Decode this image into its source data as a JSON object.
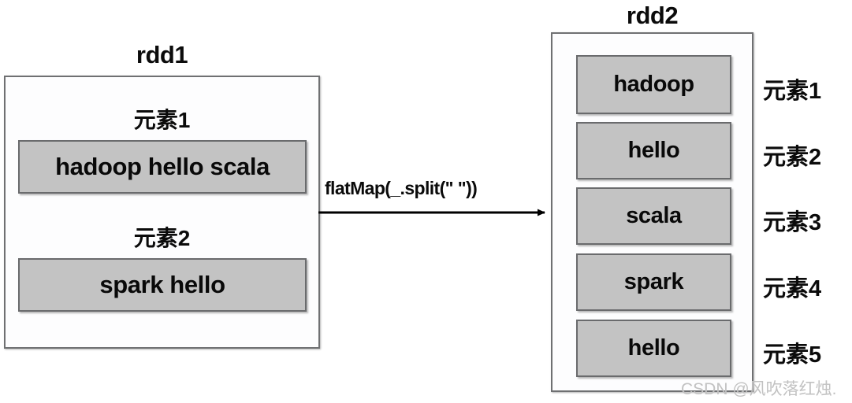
{
  "diagram": {
    "title_rdd1": "rdd1",
    "title_rdd2": "rdd2",
    "transform_label": "flatMap(_.split(\" \"))",
    "watermark": "CSDN @风吹落红烛.",
    "colors": {
      "cell_fill": "#c3c3c3",
      "cell_border": "#6a6b6d",
      "container_border": "#6f7072",
      "text": "#0b0b0b",
      "watermark": "#c2c2c2"
    }
  },
  "rdd1": {
    "name": "rdd1",
    "elements": [
      {
        "caption": "元素1",
        "value": "hadoop hello scala"
      },
      {
        "caption": "元素2",
        "value": "spark hello"
      }
    ]
  },
  "rdd2": {
    "name": "rdd2",
    "elements": [
      {
        "caption": "元素1",
        "value": "hadoop"
      },
      {
        "caption": "元素2",
        "value": "hello"
      },
      {
        "caption": "元素3",
        "value": "scala"
      },
      {
        "caption": "元素4",
        "value": "spark"
      },
      {
        "caption": "元素5",
        "value": "hello"
      }
    ]
  }
}
